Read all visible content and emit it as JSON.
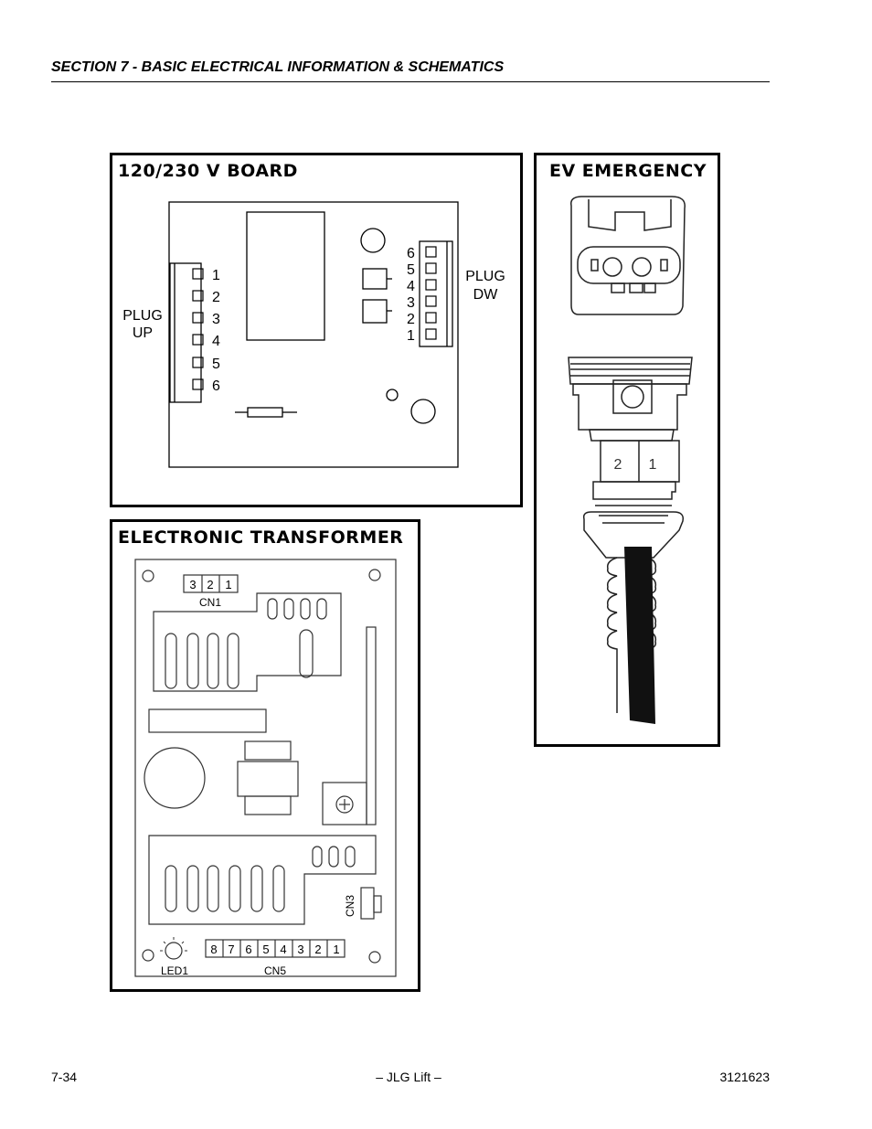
{
  "header": {
    "section_title": "SECTION 7 - BASIC ELECTRICAL INFORMATION & SCHEMATICS"
  },
  "board": {
    "title": "120/230 V BOARD",
    "plug_up_line1": "PLUG",
    "plug_up_line2": "UP",
    "plug_dw_line1": "PLUG",
    "plug_dw_line2": "DW",
    "up_pins": [
      "1",
      "2",
      "3",
      "4",
      "5",
      "6"
    ],
    "dw_pins": [
      "6",
      "5",
      "4",
      "3",
      "2",
      "1"
    ]
  },
  "ev": {
    "title": "EV EMERGENCY",
    "pin_labels": [
      "2",
      "1"
    ]
  },
  "transformer": {
    "title": "ELECTRONIC TRANSFORMER",
    "cn1_pins": [
      "3",
      "2",
      "1"
    ],
    "cn1_label": "CN1",
    "cn3_label": "CN3",
    "cn5_pins": [
      "8",
      "7",
      "6",
      "5",
      "4",
      "3",
      "2",
      "1"
    ],
    "cn5_label": "CN5",
    "led_label": "LED1"
  },
  "footer": {
    "page_number": "7-34",
    "center_text": "– JLG Lift –",
    "doc_number": "3121623"
  }
}
